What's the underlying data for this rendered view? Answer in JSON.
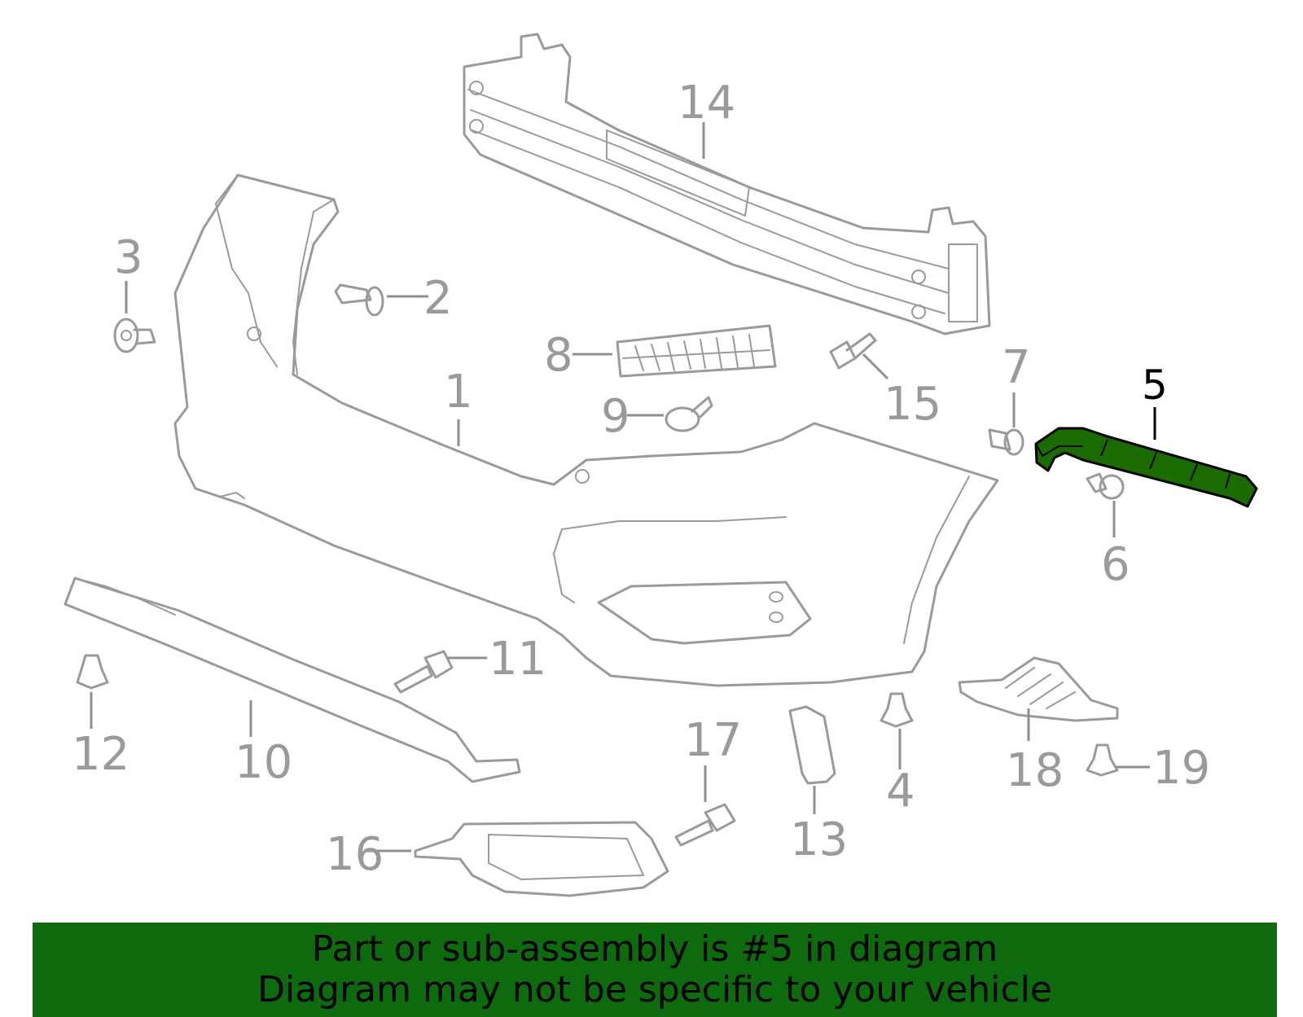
{
  "diagram": {
    "callouts": [
      {
        "id": "1",
        "label": "1"
      },
      {
        "id": "2",
        "label": "2"
      },
      {
        "id": "3",
        "label": "3"
      },
      {
        "id": "4",
        "label": "4"
      },
      {
        "id": "5",
        "label": "5",
        "highlighted": true
      },
      {
        "id": "6",
        "label": "6"
      },
      {
        "id": "7",
        "label": "7"
      },
      {
        "id": "8",
        "label": "8"
      },
      {
        "id": "9",
        "label": "9"
      },
      {
        "id": "10",
        "label": "10"
      },
      {
        "id": "11",
        "label": "11"
      },
      {
        "id": "12",
        "label": "12"
      },
      {
        "id": "13",
        "label": "13"
      },
      {
        "id": "14",
        "label": "14"
      },
      {
        "id": "15",
        "label": "15"
      },
      {
        "id": "16",
        "label": "16"
      },
      {
        "id": "17",
        "label": "17"
      },
      {
        "id": "18",
        "label": "18"
      },
      {
        "id": "19",
        "label": "19"
      }
    ],
    "colors": {
      "highlight": "#1a6b00",
      "outline": "#9a9a9a",
      "banner": "#0d6b0d"
    }
  },
  "banner": {
    "line1": "Part or sub-assembly is #5 in diagram",
    "line2": "Diagram may not be specific to your vehicle"
  }
}
